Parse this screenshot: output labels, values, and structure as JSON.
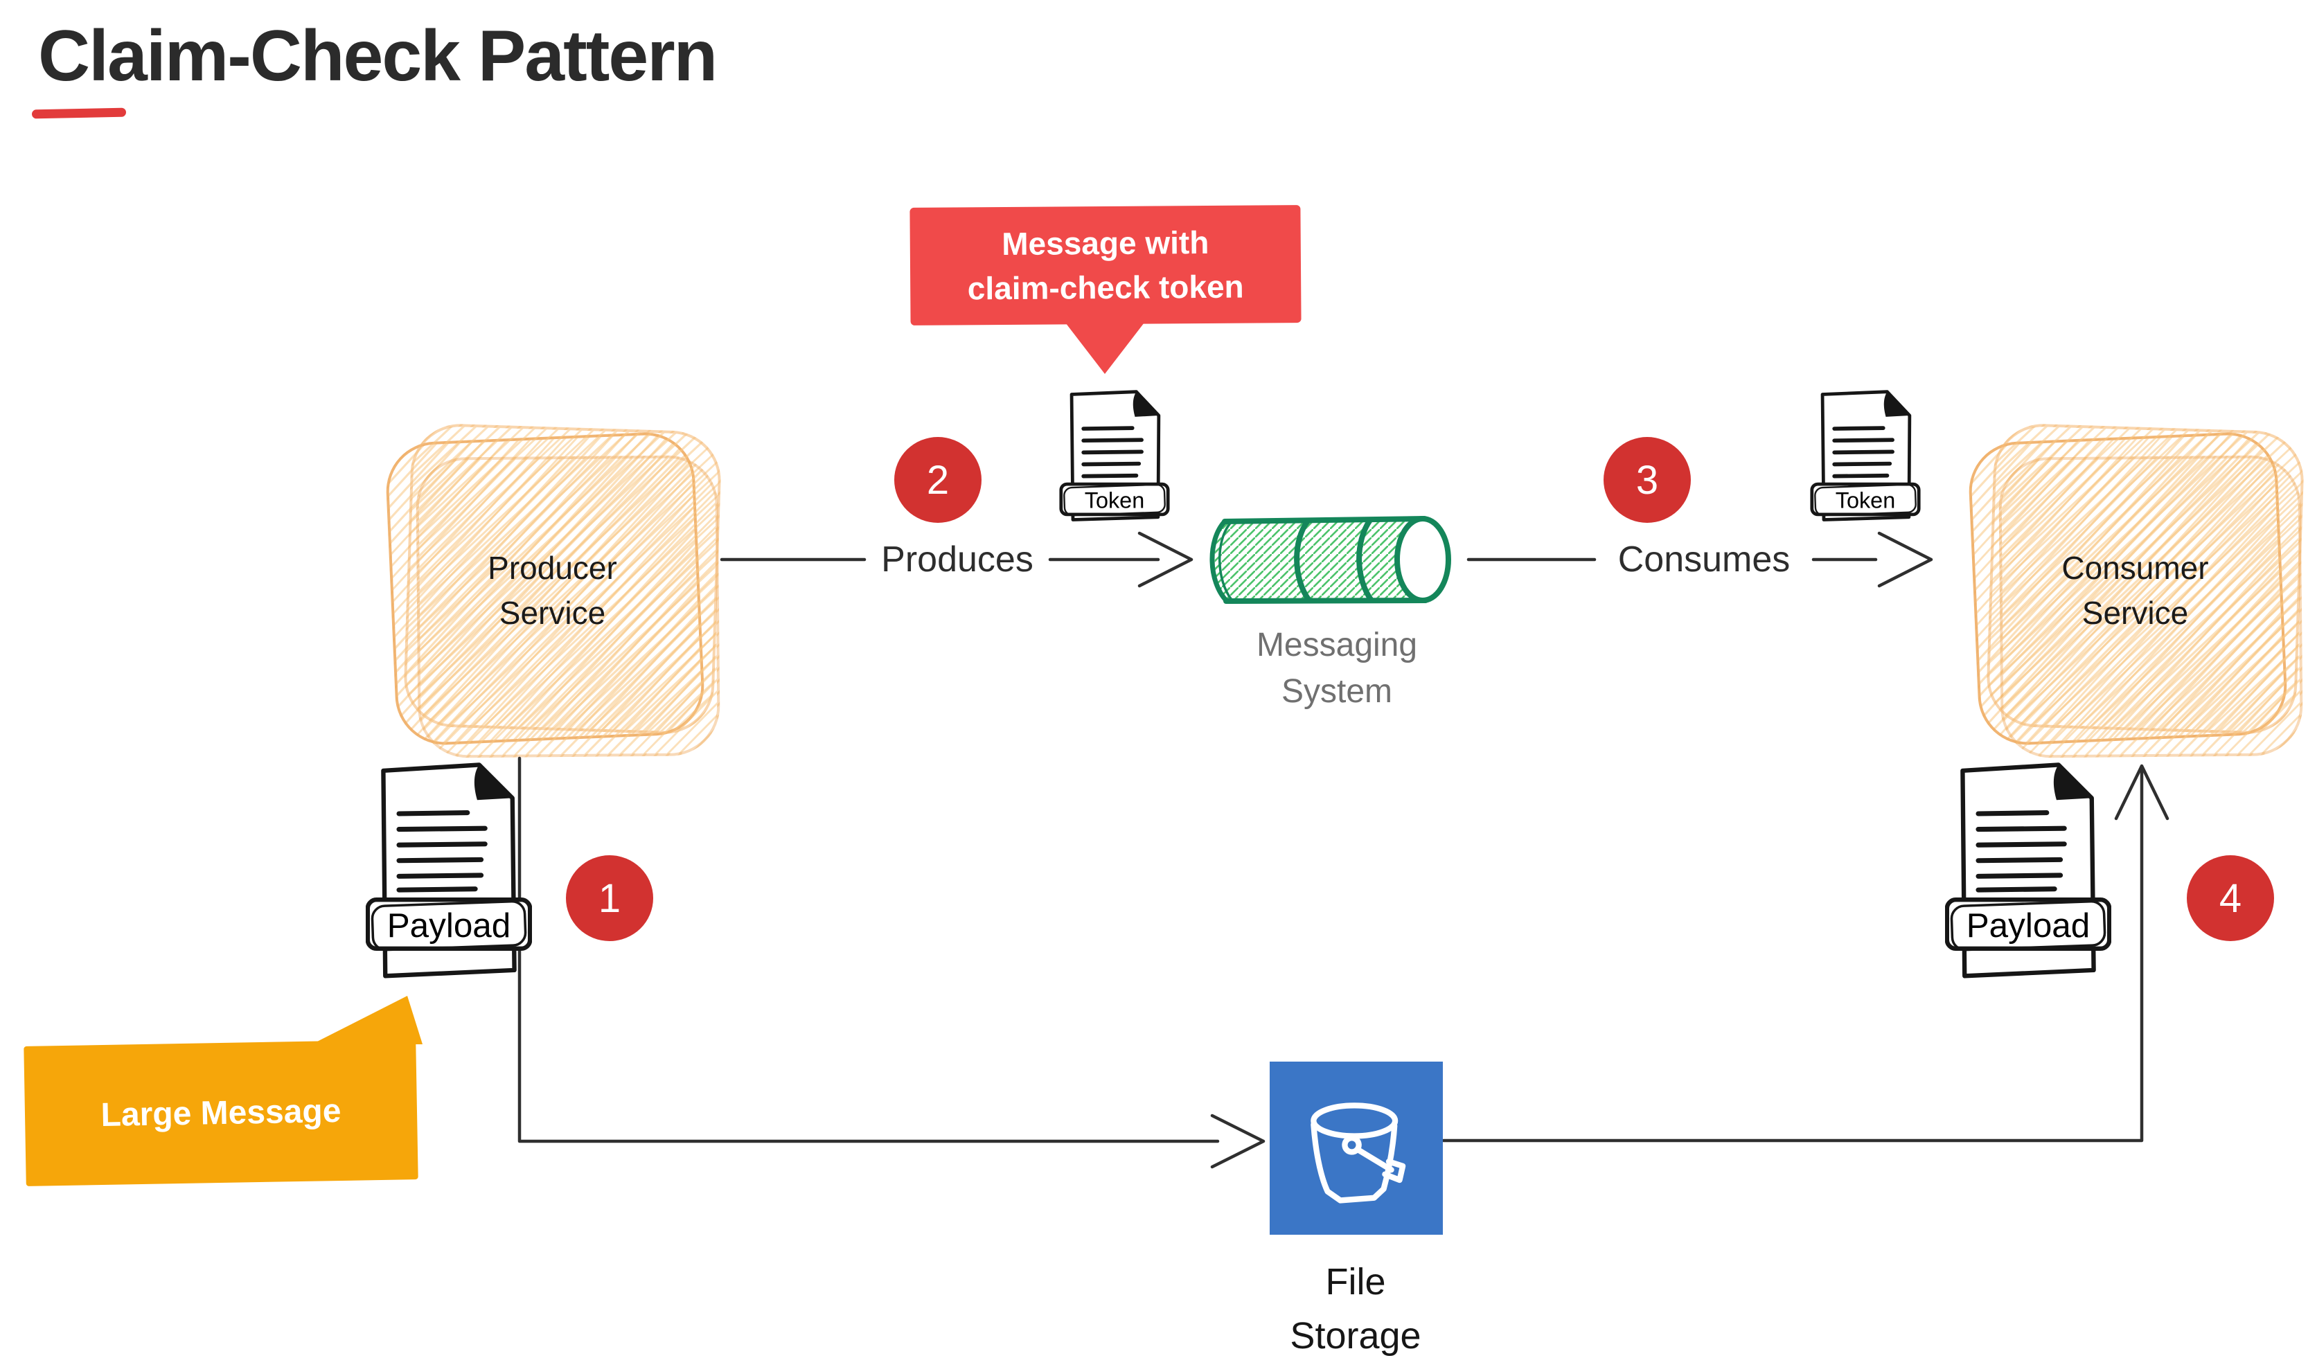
{
  "title": {
    "text": "Claim-Check Pattern"
  },
  "callouts": {
    "claim_check": {
      "line1": "Message with",
      "line2": "claim-check token"
    },
    "large_message": {
      "text": "Large Message"
    }
  },
  "nodes": {
    "producer": {
      "line1": "Producer",
      "line2": "Service"
    },
    "consumer": {
      "line1": "Consumer",
      "line2": "Service"
    },
    "messaging": {
      "line1": "Messaging",
      "line2": "System"
    },
    "file_storage": {
      "line1": "File",
      "line2": "Storage"
    }
  },
  "edges": {
    "produces": {
      "label": "Produces"
    },
    "consumes": {
      "label": "Consumes"
    }
  },
  "steps": {
    "s1": {
      "number": "1"
    },
    "s2": {
      "number": "2"
    },
    "s3": {
      "number": "3"
    },
    "s4": {
      "number": "4"
    }
  },
  "documents": {
    "token_left": {
      "label": "Token"
    },
    "token_right": {
      "label": "Token"
    },
    "payload_left": {
      "label": "Payload"
    },
    "payload_right": {
      "label": "Payload"
    }
  },
  "colors": {
    "accent_red_bubble": "#f04a4a",
    "accent_red_circle": "#d23230",
    "accent_yellow_bubble": "#f6a60a",
    "sketch_orange": "#f0ad64",
    "sketch_green_dark": "#14865a",
    "sketch_green_light": "#4cc36b",
    "storage_blue": "#3b76c6",
    "title_underline_red": "#e23b3b",
    "gray_label": "#707070",
    "ink": "#161616"
  }
}
